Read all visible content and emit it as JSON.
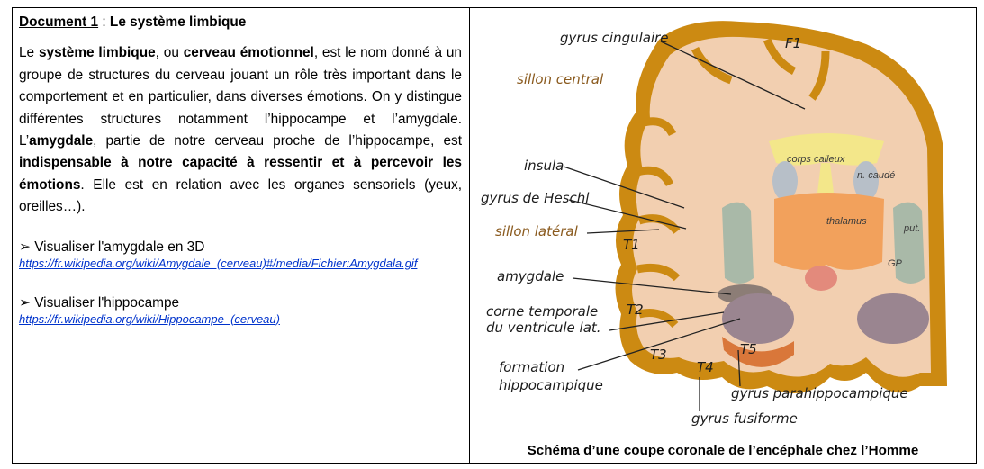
{
  "document": {
    "title_label": "Document 1",
    "title_separator": " : ",
    "title_text": "Le système limbique",
    "intro": [
      {
        "t": "Le ",
        "b": false
      },
      {
        "t": "système limbique",
        "b": true
      },
      {
        "t": ", ou ",
        "b": false
      },
      {
        "t": "cerveau émotionnel",
        "b": true
      },
      {
        "t": ", est le nom donné à un groupe de structures du cerveau jouant un rôle très important dans le comportement et en particulier, dans diverses émotions. On y distingue différentes structures notamment l’hippocampe et l’amygdale. L’",
        "b": false
      },
      {
        "t": "amygdale",
        "b": true
      },
      {
        "t": ", partie de notre cerveau proche de l’hippocampe, est ",
        "b": false
      },
      {
        "t": "indispensable à notre capacité à ressentir et à percevoir les émotions",
        "b": true
      },
      {
        "t": ". Elle est en relation avec les organes sensoriels (yeux, oreilles…).",
        "b": false
      }
    ],
    "bullet_symbol": "➢",
    "links": [
      {
        "label": "Visualiser l'amygdale en 3D",
        "url": "https://fr.wikipedia.org/wiki/Amygdale_(cerveau)#/media/Fichier:Amygdala.gif"
      },
      {
        "label": "Visualiser l'hippocampe",
        "url": "https://fr.wikipedia.org/wiki/Hippocampe_(cerveau)"
      }
    ]
  },
  "diagram": {
    "caption": "Schéma d’une coupe coronale de l’encéphale chez l’Homme",
    "labels": {
      "gyrus_cingulaire": "gyrus cingulaire",
      "sillon_central": "sillon central",
      "insula": "insula",
      "gyrus_heschl": "gyrus de Heschl",
      "sillon_lateral": "sillon latéral",
      "amygdale": "amygdale",
      "corne_temporale_1": "corne temporale",
      "corne_temporale_2": "du ventricule lat.",
      "formation_1": "formation",
      "formation_2": "hippocampique",
      "gyrus_parahippo": "gyrus parahippocampique",
      "gyrus_fusiforme": "gyrus fusiforme",
      "F1": "F1",
      "T1": "T1",
      "T2": "T2",
      "T3": "T3",
      "T4": "T4",
      "T5": "T5",
      "corps_calleux": "corps calleux",
      "n_caude": "n. caudé",
      "thalamus": "thalamus",
      "put": "put.",
      "GP": "GP"
    },
    "colors": {
      "cortex": "#cc8a12",
      "white_matter": "#f2cfb0",
      "corps_calleux": "#f3e78a",
      "thalamus": "#f2a15c",
      "putamen": "#a9b9a8",
      "hippocampus": "#9a8590",
      "parahippo": "#d9773a"
    }
  }
}
